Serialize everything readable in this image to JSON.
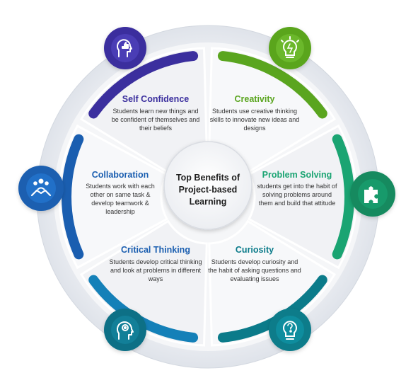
{
  "center": {
    "title": "Top Benefits of Project-based Learning"
  },
  "segments": [
    {
      "id": "self-confidence",
      "title": "Self Confidence",
      "color": "#3b2f9e",
      "description": "Students learn new things and be confident of themselves and their beliefs",
      "icon": "thumbs-up-head-icon"
    },
    {
      "id": "creativity",
      "title": "Creativity",
      "color": "#5aa51f",
      "description": "Students use creative thinking skills to innovate new ideas and designs",
      "icon": "lightbulb-icon"
    },
    {
      "id": "problem-solving",
      "title": "Problem Solving",
      "color": "#1aa472",
      "description": "students get into the habit of solving problems around them and build that attitude",
      "icon": "puzzle-icon"
    },
    {
      "id": "curiosity",
      "title": "Curiosity",
      "color": "#0b7b8a",
      "description": "Students develop curiosity and the habit of asking questions and evaluating issues",
      "icon": "question-bulb-icon"
    },
    {
      "id": "critical-thinking",
      "title": "Critical Thinking",
      "color": "#1480b8",
      "description": "Students develop critical thinking and look at problems in different ways",
      "icon": "gear-head-icon"
    },
    {
      "id": "collaboration",
      "title": "Collaboration",
      "color": "#1a5eb0",
      "description": "Students work with each other on same task & develop teamwork & leadership",
      "icon": "handshake-team-icon"
    }
  ]
}
